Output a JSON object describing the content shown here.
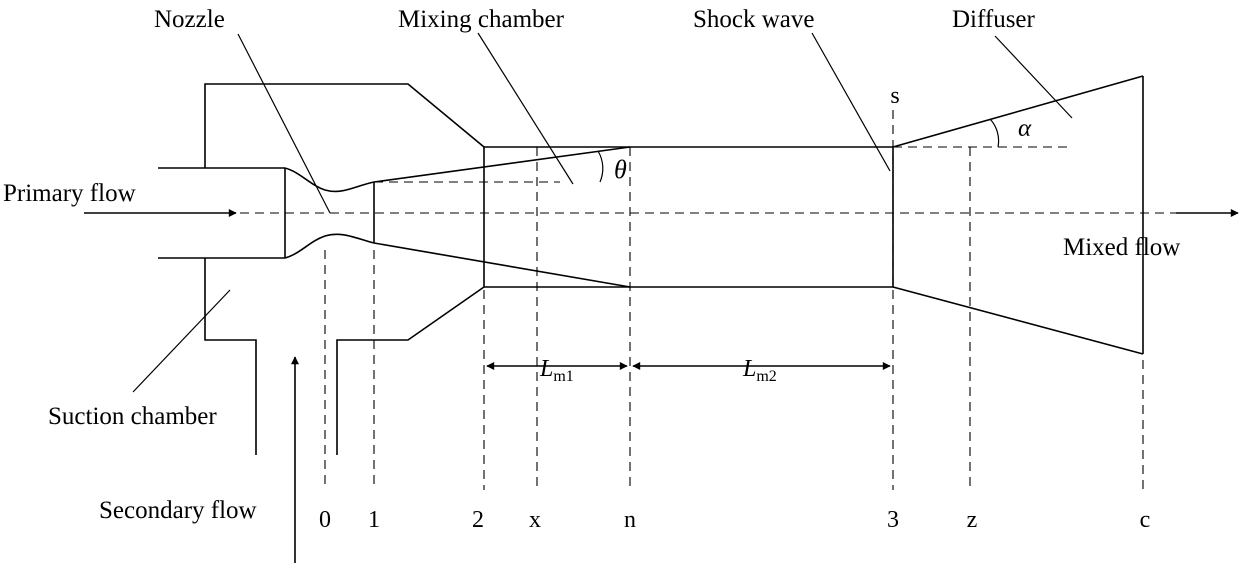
{
  "labels": {
    "nozzle": "Nozzle",
    "mixing_chamber": "Mixing chamber",
    "shock_wave": "Shock wave",
    "diffuser": "Diffuser",
    "primary_flow": "Primary flow",
    "mixed_flow": "Mixed flow",
    "suction_chamber": "Suction chamber",
    "secondary_flow": "Secondary flow"
  },
  "sections": [
    "0",
    "1",
    "2",
    "x",
    "n",
    "3",
    "z",
    "c"
  ],
  "marker_s": "s",
  "angles": {
    "theta": "θ",
    "alpha": "α"
  },
  "lengths": {
    "lm1": {
      "base": "L",
      "sub": "m1"
    },
    "lm2": {
      "base": "L",
      "sub": "m2"
    }
  }
}
